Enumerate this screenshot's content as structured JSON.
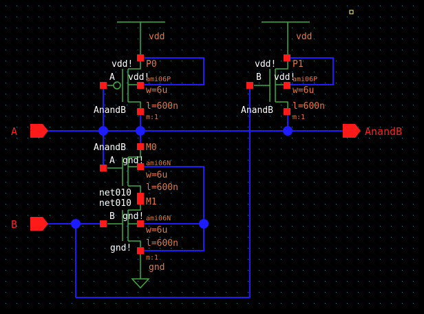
{
  "pins": {
    "input_a": "A",
    "input_b": "B",
    "output": "AnandB"
  },
  "supply": {
    "vdd_net": "vdd",
    "gnd_net": "gnd",
    "vdd_global": "vdd!",
    "gnd_global": "gnd!"
  },
  "net_labels": {
    "out": "AnandB",
    "internal": "net010"
  },
  "transistors": [
    {
      "instance": "P0",
      "model": "ami06P",
      "width": "w=6u",
      "length": "l=600n",
      "mult": "m:1",
      "gate": "A",
      "body": "vdd!"
    },
    {
      "instance": "P1",
      "model": "ami06P",
      "width": "w=6u",
      "length": "l=600n",
      "mult": "m:1",
      "gate": "B",
      "body": "vdd!"
    },
    {
      "instance": "M0",
      "model": "ami06N",
      "width": "w=6u",
      "length": "l=600n",
      "mult": "",
      "gate": "A",
      "body": "gnd!"
    },
    {
      "instance": "M1",
      "model": "ami06N",
      "width": "w=6u",
      "length": "l=600n",
      "mult": "m:1",
      "gate": "B",
      "body": "gnd!"
    }
  ],
  "colors": {
    "background": "#000000",
    "wire": "#1c1cff",
    "device": "#3fae3f",
    "pin": "#ff1a1a",
    "param_text": "#e8793a",
    "label_text": "#ffffff",
    "grid_dot": "#1e8fa0",
    "marker": "#ffff60"
  }
}
